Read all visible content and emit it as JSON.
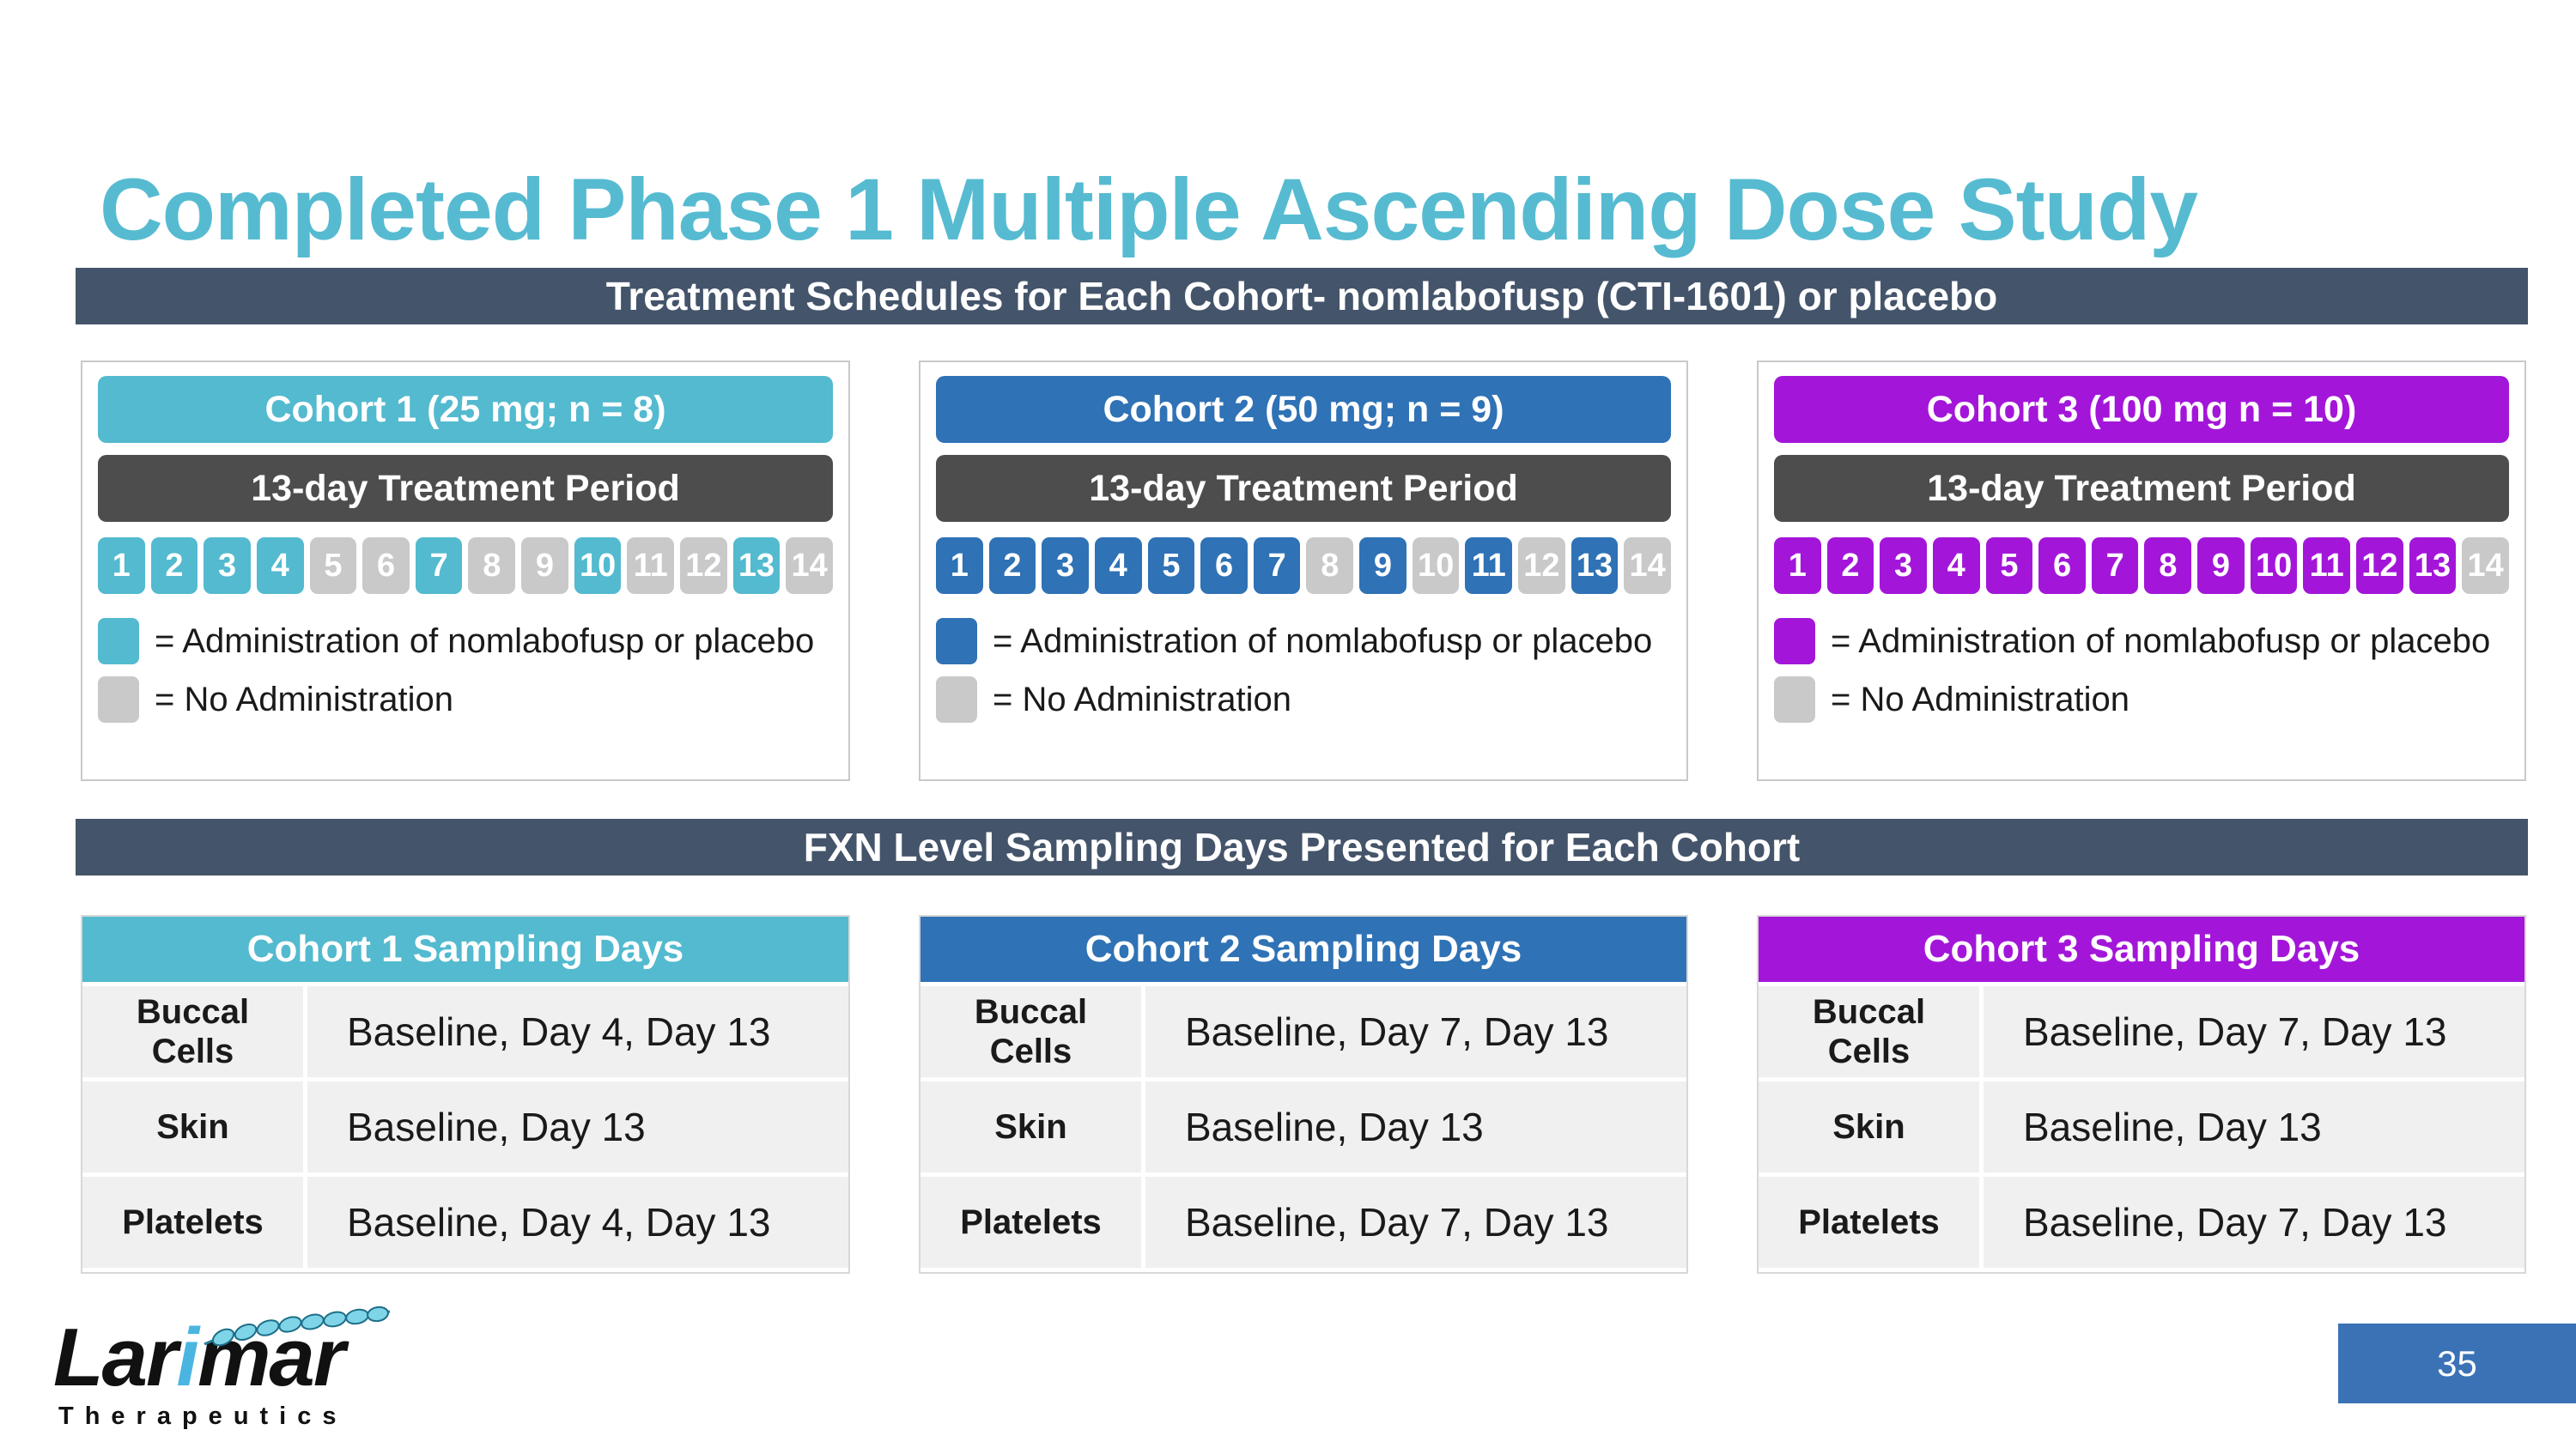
{
  "slide": {
    "title": "Completed Phase 1 Multiple Ascending Dose Study",
    "page_number": "35"
  },
  "colors": {
    "title_teal": "#56bbd1",
    "banner_slate": "#44546a",
    "treatment_gray": "#4d4d4d",
    "no_admin_gray": "#c9c9c9",
    "page_box_blue": "#3a72b5",
    "table_row_bg": "#f0f0f0"
  },
  "banners": {
    "treatment": "Treatment Schedules for Each Cohort- nomlabofusp (CTI-1601) or placebo",
    "sampling": "FXN Level Sampling Days Presented for Each Cohort"
  },
  "cohorts": [
    {
      "header": "Cohort 1 (25 mg; n = 8)",
      "color": "#53bacf",
      "treatment_period": "13-day Treatment Period",
      "days": [
        1,
        2,
        3,
        4,
        5,
        6,
        7,
        8,
        9,
        10,
        11,
        12,
        13,
        14
      ],
      "admin_days": [
        1,
        2,
        3,
        4,
        7,
        10,
        13
      ],
      "legend_admin": "= Administration of nomlabofusp  or placebo",
      "legend_no_admin": "= No Administration",
      "sampling": {
        "header": "Cohort 1 Sampling Days",
        "rows": [
          {
            "label": "Buccal Cells",
            "value": "Baseline, Day 4, Day 13"
          },
          {
            "label": "Skin",
            "value": "Baseline, Day 13"
          },
          {
            "label": "Platelets",
            "value": "Baseline, Day 4, Day 13"
          }
        ]
      }
    },
    {
      "header": "Cohort 2 (50 mg; n = 9)",
      "color": "#2f72b5",
      "treatment_period": "13-day Treatment Period",
      "days": [
        1,
        2,
        3,
        4,
        5,
        6,
        7,
        8,
        9,
        10,
        11,
        12,
        13,
        14
      ],
      "admin_days": [
        1,
        2,
        3,
        4,
        5,
        6,
        7,
        9,
        11,
        13
      ],
      "legend_admin": "= Administration of nomlabofusp or placebo",
      "legend_no_admin": "= No Administration",
      "sampling": {
        "header": "Cohort 2 Sampling Days",
        "rows": [
          {
            "label": "Buccal Cells",
            "value": "Baseline, Day 7, Day 13"
          },
          {
            "label": "Skin",
            "value": "Baseline, Day 13"
          },
          {
            "label": "Platelets",
            "value": "Baseline, Day 7, Day 13"
          }
        ]
      }
    },
    {
      "header": "Cohort 3 (100 mg n = 10)",
      "color": "#a316d9",
      "treatment_period": "13-day Treatment Period",
      "days": [
        1,
        2,
        3,
        4,
        5,
        6,
        7,
        8,
        9,
        10,
        11,
        12,
        13,
        14
      ],
      "admin_days": [
        1,
        2,
        3,
        4,
        5,
        6,
        7,
        8,
        9,
        10,
        11,
        12,
        13
      ],
      "legend_admin": "= Administration of nomlabofusp or placebo",
      "legend_no_admin": "= No Administration",
      "sampling": {
        "header": "Cohort 3 Sampling Days",
        "rows": [
          {
            "label": "Buccal Cells",
            "value": "Baseline, Day 7, Day 13"
          },
          {
            "label": "Skin",
            "value": "Baseline, Day 13"
          },
          {
            "label": "Platelets",
            "value": "Baseline, Day 7, Day 13"
          }
        ]
      }
    }
  ],
  "logo": {
    "brand_prefix": "Lar",
    "brand_i": "i",
    "brand_suffix": "mar",
    "subtext": "Therapeutics"
  }
}
